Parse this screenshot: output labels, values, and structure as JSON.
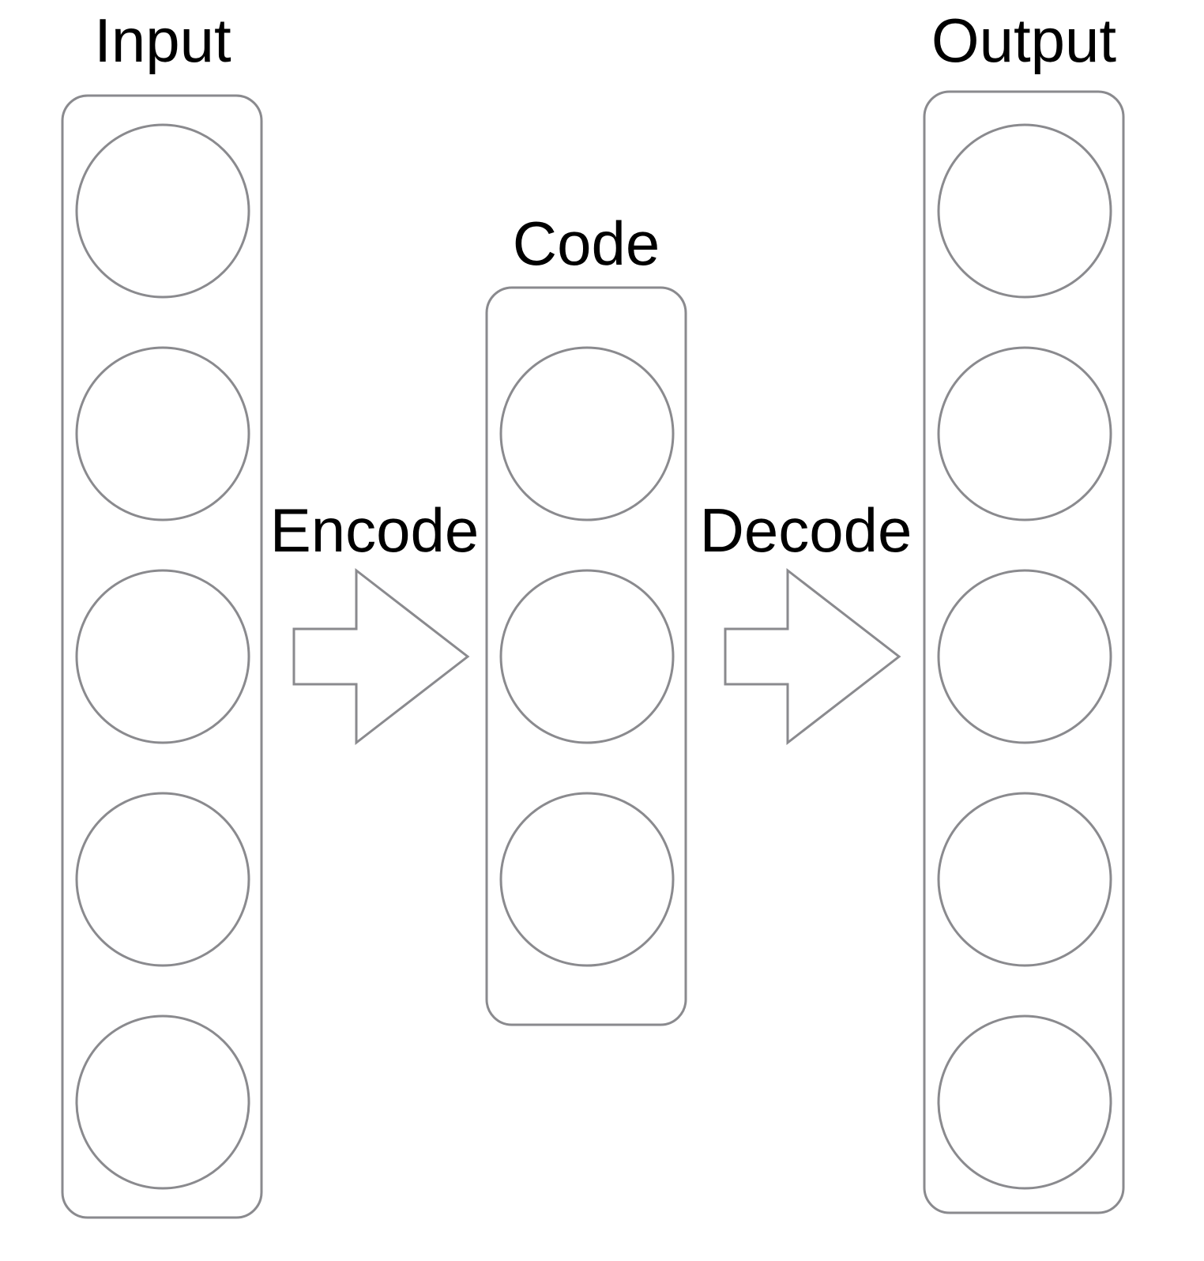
{
  "labels": {
    "input": "Input",
    "code": "Code",
    "output": "Output",
    "encode": "Encode",
    "decode": "Decode"
  },
  "layers": [
    {
      "id": "input",
      "node_count": 5
    },
    {
      "id": "code",
      "node_count": 3
    },
    {
      "id": "output",
      "node_count": 5
    }
  ],
  "colors": {
    "stroke": "#8a8a8e",
    "text": "#000000",
    "background": "#ffffff"
  }
}
